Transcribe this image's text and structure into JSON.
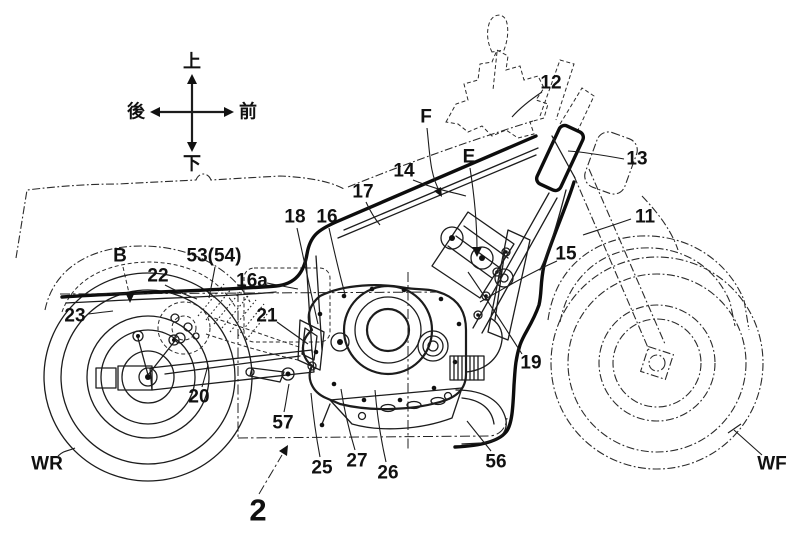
{
  "figure": {
    "kind": "patent line drawing",
    "subject": "motorcycle right-side view; frame and engine drawn in solid lines, bodywork, wheels, fork and handlebar drawn in phantom (dash-dot) lines",
    "figure_number": "2"
  },
  "compass": {
    "up": "上",
    "down": "下",
    "rear": "後",
    "front": "前"
  },
  "labels": {
    "n12": "12",
    "n13": "13",
    "n11": "11",
    "F": "F",
    "E": "E",
    "n14": "14",
    "n17": "17",
    "n18": "18",
    "n16": "16",
    "n16a": "16a",
    "n21": "21",
    "B": "B",
    "n22": "22",
    "n23": "23",
    "n53_54": "53(54)",
    "n20": "20",
    "WR": "WR",
    "n57": "57",
    "n25": "25",
    "n27": "27",
    "n26": "26",
    "n2": "2",
    "n56": "56",
    "n19": "19",
    "n15": "15",
    "WF": "WF"
  },
  "colors": {
    "ink": "#1a1a1a",
    "paper": "#ffffff"
  }
}
